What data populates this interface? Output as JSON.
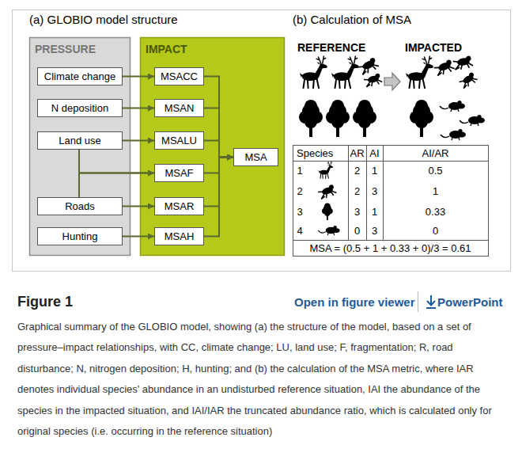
{
  "diagram": {
    "title": "Figure 1",
    "caption": "Graphical summary of the GLOBIO model, showing (a) the structure of the model, based on a set of pressure–impact relationships, with CC, climate change; LU, land use; F, fragmentation; R, road disturbance; N, nitrogen deposition; H, hunting; and (b) the calculation of the MSA metric, where IAR denotes individual species' abundance in an undisturbed reference situation, IAI the abundance of the species in the impacted situation, and IAI/IAR the truncated abundance ratio, which is calculated only for original species (i.e. occurring in the reference situation)",
    "nodes": [
      {
        "text": [
          "PRESSURE"
        ]
      },
      {
        "text": [
          "Climate change"
        ],
        "in": 0
      },
      {
        "text": [
          "N deposition"
        ],
        "in": 0
      },
      {
        "text": [
          "Land use"
        ],
        "in": 0
      },
      {
        "text": [
          "Roads"
        ],
        "in": 0
      },
      {
        "text": [
          "Hunting"
        ],
        "in": 0
      },
      {
        "text": [
          "IMPACT"
        ]
      },
      {
        "text": [
          "MSACC"
        ],
        "in": 6
      },
      {
        "text": [
          "MSAN"
        ],
        "in": 6
      },
      {
        "text": [
          "MSALU"
        ],
        "in": 6
      },
      {
        "text": [
          "MSAF"
        ],
        "in": 6
      },
      {
        "text": [
          "MSAR"
        ],
        "in": 6
      },
      {
        "text": [
          "MSAH"
        ],
        "in": 6
      },
      {
        "text": [
          "MSA"
        ],
        "in": 6
      }
    ],
    "edges": [
      {
        "from": 1,
        "to": 7,
        "arrow": "to"
      },
      {
        "from": 2,
        "to": 8,
        "arrow": "to"
      },
      {
        "from": 3,
        "to": 9,
        "arrow": "to"
      },
      {
        "from": 3,
        "to": 10,
        "arrow": "to"
      },
      {
        "from": 4,
        "to": 10,
        "arrow": "to"
      },
      {
        "from": 4,
        "to": 11,
        "arrow": "to"
      },
      {
        "from": 5,
        "to": 12,
        "arrow": "to"
      },
      {
        "from": 7,
        "to": 13,
        "arrow": "to"
      },
      {
        "from": 8,
        "to": 13,
        "arrow": "to"
      },
      {
        "from": 9,
        "to": 13,
        "arrow": "to"
      },
      {
        "from": 10,
        "to": 13,
        "arrow": "to"
      },
      {
        "from": 11,
        "to": 13,
        "arrow": "to"
      },
      {
        "from": 12,
        "to": 13,
        "arrow": "to"
      }
    ],
    "labels": [
      "(a) GLOBIO model structure",
      "(b) Calculation of MSA",
      "REFERENCE",
      "IMPACTED",
      "Species",
      "AR",
      "AI",
      "AI/AR",
      "1",
      "2",
      "1",
      "0.5",
      "2",
      "2",
      "3",
      "1",
      "3",
      "3",
      "1",
      "0.33",
      "4",
      "0",
      "3",
      "0",
      "MSA = (0.5 + 1 + 0.33 + 0)/3 = 0.61",
      "Open in figure viewer",
      "PowerPoint"
    ]
  }
}
